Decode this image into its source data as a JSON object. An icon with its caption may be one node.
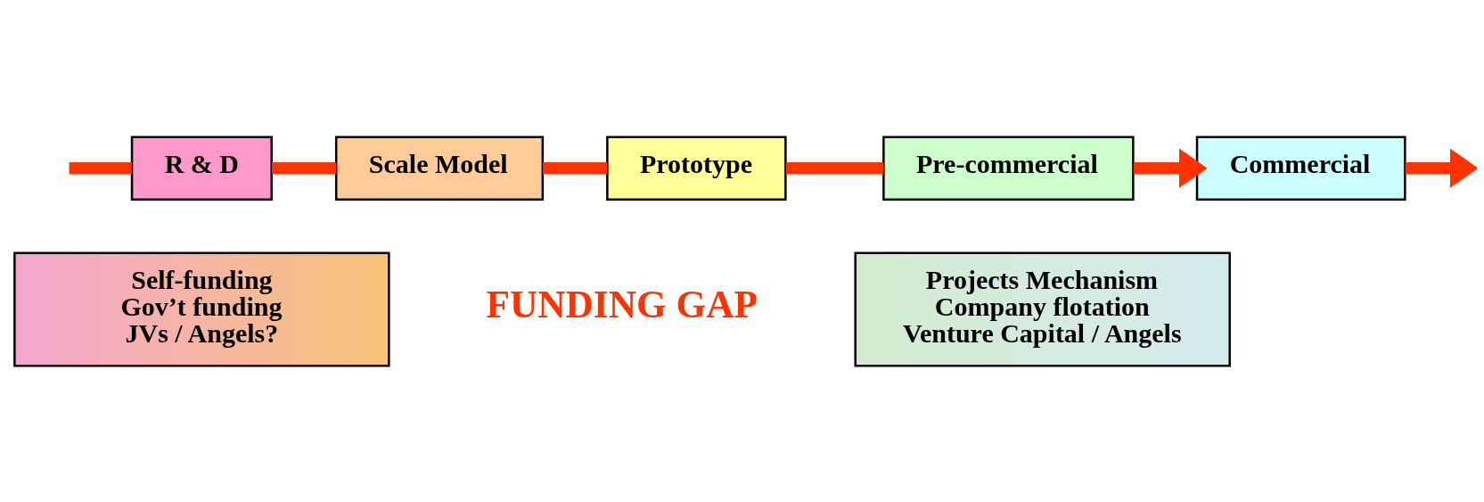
{
  "diagram": {
    "nodes": [
      {
        "text": [
          "R & D"
        ]
      },
      {
        "text": [
          "Scale Model"
        ]
      },
      {
        "text": [
          "Prototype"
        ]
      },
      {
        "text": [
          "Pre-commercial"
        ]
      },
      {
        "text": [
          "Commercial"
        ]
      },
      {
        "text": [
          "Self-funding",
          "Gov’t funding",
          "JVs / Angels?"
        ]
      },
      {
        "text": [
          "Projects Mechanism",
          "Company flotation",
          "Venture Capital / Angels"
        ]
      }
    ],
    "edges": [
      {
        "from": null,
        "to": 0,
        "arrow": "none"
      },
      {
        "from": 0,
        "to": 1,
        "arrow": "none"
      },
      {
        "from": 1,
        "to": 2,
        "arrow": "none"
      },
      {
        "from": 2,
        "to": 3,
        "arrow": "none"
      },
      {
        "from": 3,
        "to": 4,
        "arrow": "to"
      },
      {
        "from": 4,
        "to": null,
        "arrow": "to"
      }
    ],
    "labels": [
      "FUNDING GAP"
    ]
  }
}
